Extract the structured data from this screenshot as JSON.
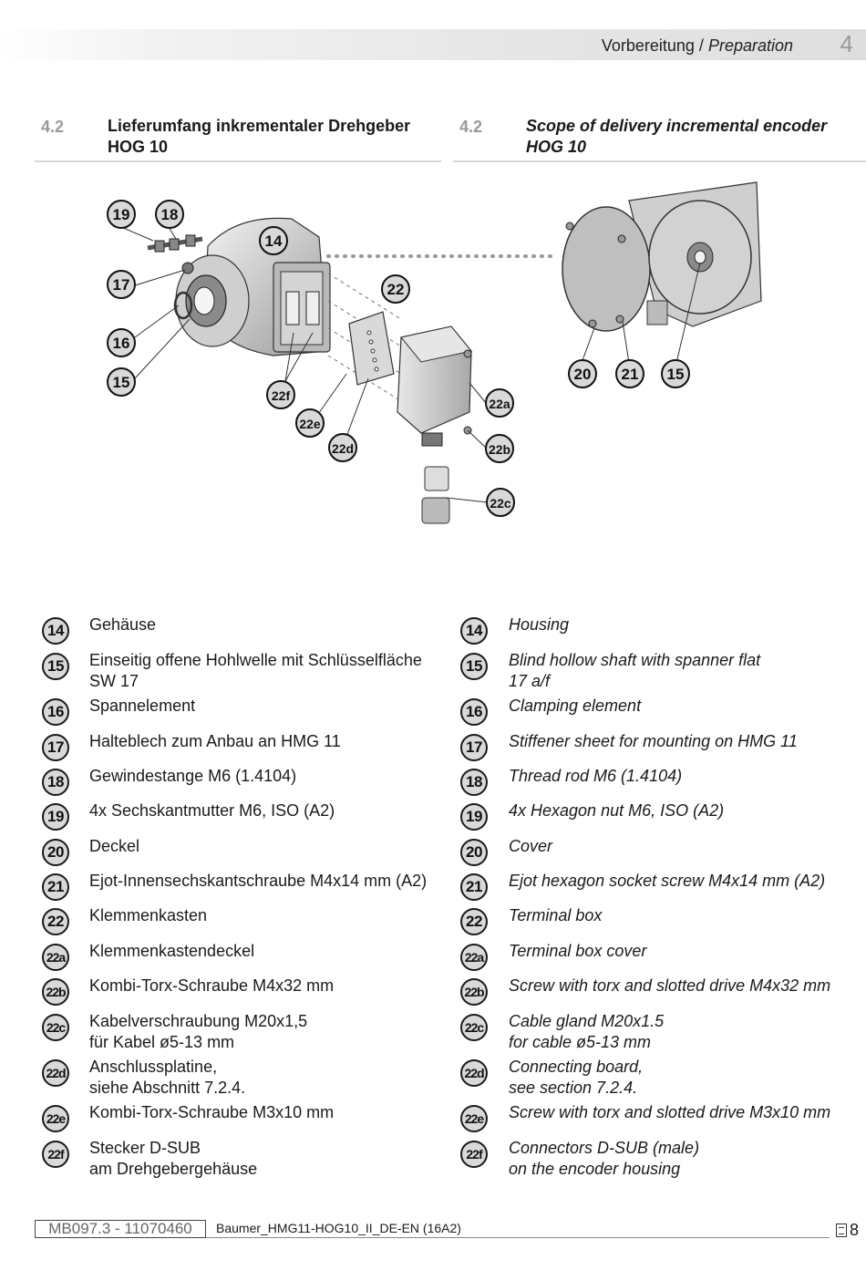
{
  "header": {
    "title_de": "Vorbereitung",
    "title_sep": " / ",
    "title_en": "Preparation",
    "chapter": "4"
  },
  "section": {
    "number": "4.2",
    "title_de_1": "Lieferumfang inkrementaler Drehgeber",
    "title_de_2": "HOG 10",
    "title_en_1": "Scope of delivery incremental encoder",
    "title_en_2": "HOG 10"
  },
  "diagram_labels": [
    "19",
    "18",
    "14",
    "17",
    "22",
    "16",
    "15",
    "22f",
    "22e",
    "22d",
    "22a",
    "22b",
    "22c",
    "20",
    "21",
    "15"
  ],
  "items": [
    {
      "id": "14",
      "de": [
        "Gehäuse"
      ],
      "en": [
        "Housing"
      ]
    },
    {
      "id": "15",
      "de": [
        "Einseitig offene Hohlwelle mit Schlüsselfläche",
        "SW 17"
      ],
      "en": [
        "Blind hollow shaft with spanner flat",
        "17 a/f"
      ]
    },
    {
      "id": "16",
      "de": [
        "Spannelement"
      ],
      "en": [
        "Clamping element"
      ]
    },
    {
      "id": "17",
      "de": [
        "Halteblech zum Anbau an HMG 11"
      ],
      "en": [
        "Stiffener sheet for mounting on HMG 11"
      ]
    },
    {
      "id": "18",
      "de": [
        "Gewindestange M6 (1.4104)"
      ],
      "en": [
        "Thread rod M6 (1.4104)"
      ]
    },
    {
      "id": "19",
      "de": [
        "4x Sechskantmutter M6, ISO (A2)"
      ],
      "en": [
        "4x Hexagon nut M6, ISO (A2)"
      ]
    },
    {
      "id": "20",
      "de": [
        "Deckel"
      ],
      "en": [
        "Cover"
      ]
    },
    {
      "id": "21",
      "de": [
        "Ejot-Innensechskantschraube M4x14 mm (A2)"
      ],
      "en": [
        "Ejot hexagon socket screw M4x14 mm (A2)"
      ]
    },
    {
      "id": "22",
      "de": [
        "Klemmenkasten"
      ],
      "en": [
        "Terminal box"
      ]
    },
    {
      "id": "22a",
      "de": [
        "Klemmenkastendeckel"
      ],
      "en": [
        "Terminal box cover"
      ]
    },
    {
      "id": "22b",
      "de": [
        "Kombi-Torx-Schraube M4x32 mm"
      ],
      "en": [
        "Screw with torx and slotted drive M4x32 mm"
      ]
    },
    {
      "id": "22c",
      "de": [
        "Kabelverschraubung M20x1,5",
        "für Kabel ø5-13 mm"
      ],
      "en": [
        "Cable gland M20x1.5",
        "for cable ø5-13 mm"
      ]
    },
    {
      "id": "22d",
      "de": [
        "Anschlussplatine,",
        "siehe Abschnitt 7.2.4."
      ],
      "en": [
        "Connecting board,",
        "see section 7.2.4."
      ]
    },
    {
      "id": "22e",
      "de": [
        "Kombi-Torx-Schraube M3x10 mm"
      ],
      "en": [
        "Screw with torx and slotted drive M3x10 mm"
      ]
    },
    {
      "id": "22f",
      "de": [
        "Stecker D-SUB",
        "am Drehgebergehäuse"
      ],
      "en": [
        "Connectors D-SUB (male)",
        "on the encoder housing"
      ]
    }
  ],
  "footer": {
    "code": "MB097.3 - 11070460",
    "doc": "Baumer_HMG11-HOG10_II_DE-EN (16A2)",
    "page": "8"
  },
  "colors": {
    "badge_fill": "#d9d9d9",
    "badge_stroke": "#1a1a1a",
    "rule": "#d6d6d6",
    "muted": "#9a9a9a"
  }
}
